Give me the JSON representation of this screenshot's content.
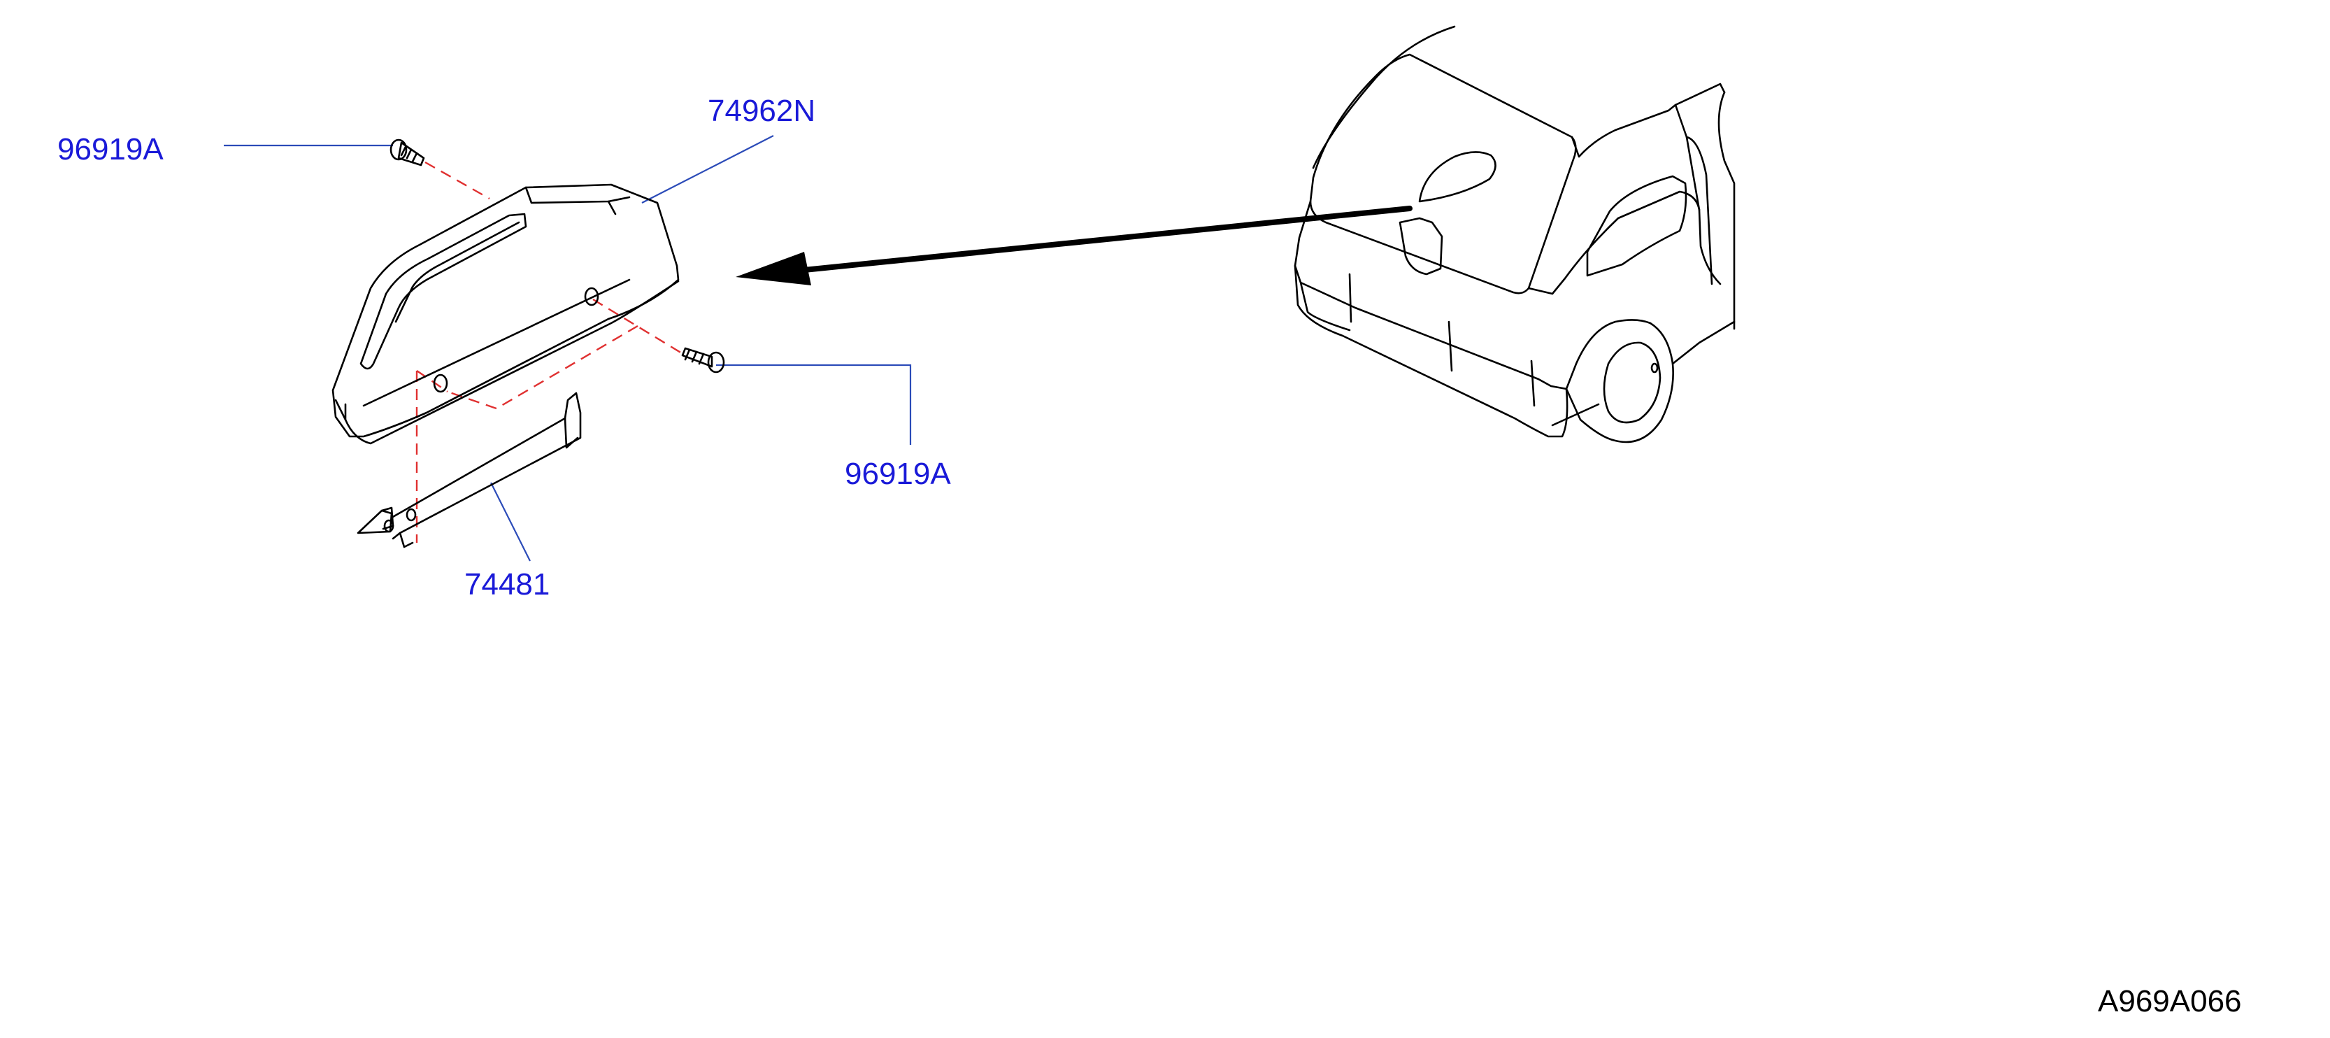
{
  "parts": {
    "screw_top": "96919A",
    "lamp": "74962N",
    "screw_right": "96919A",
    "bracket": "74481"
  },
  "diagram_id": "A969A066",
  "colors": {
    "label": "#1a1ad8",
    "leader": "#2b4bb8",
    "dashed": "#e03030",
    "line": "#000000"
  }
}
